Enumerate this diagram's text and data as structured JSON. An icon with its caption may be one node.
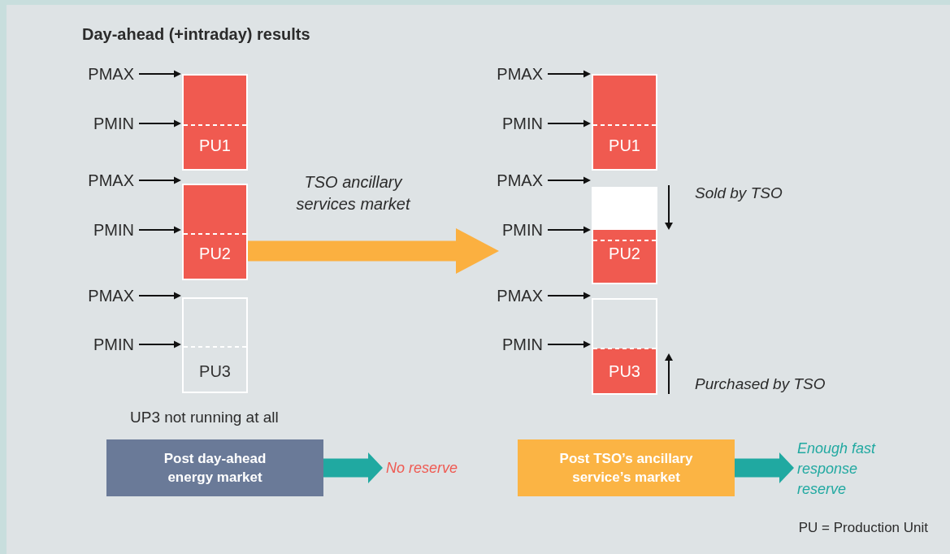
{
  "diagram": {
    "title": "Day-ahead (+intraday) results",
    "nodes": [
      {
        "text": [
          "PMAX"
        ]
      },
      {
        "text": [
          "PMIN"
        ]
      },
      {
        "text": [
          "PU1"
        ]
      },
      {
        "text": [
          "PMAX"
        ]
      },
      {
        "text": [
          "PMIN"
        ]
      },
      {
        "text": [
          "PU2"
        ]
      },
      {
        "text": [
          "PMAX"
        ]
      },
      {
        "text": [
          "PMIN"
        ]
      },
      {
        "text": [
          "PU3"
        ],
        "beside": [
          "UP3 not running at all"
        ]
      },
      {
        "text": [
          "PMAX"
        ]
      },
      {
        "text": [
          "PMIN"
        ]
      },
      {
        "text": [
          "PU1"
        ]
      },
      {
        "text": [
          "PMAX"
        ]
      },
      {
        "text": [
          "PMIN"
        ]
      },
      {
        "text": [
          "PU2"
        ],
        "beside": [
          "Sold by TSO"
        ]
      },
      {
        "text": [
          "PMAX"
        ]
      },
      {
        "text": [
          "PMIN"
        ]
      },
      {
        "text": [
          "PU3"
        ],
        "beside": [
          "Purchased by TSO"
        ]
      },
      {
        "text": [
          "Post day-ahead energy market"
        ]
      },
      {
        "text": [
          "No reserve"
        ]
      },
      {
        "text": [
          "Post TSO’s ancillary service’s market"
        ]
      },
      {
        "text": [
          "Enough fast response reserve"
        ]
      }
    ],
    "edges": [
      {
        "from": 0,
        "to": 2,
        "arrow": "to"
      },
      {
        "from": 1,
        "to": 2,
        "arrow": "to"
      },
      {
        "from": 3,
        "to": 5,
        "arrow": "to"
      },
      {
        "from": 4,
        "to": 5,
        "arrow": "to"
      },
      {
        "from": 6,
        "to": 8,
        "arrow": "to"
      },
      {
        "from": 7,
        "to": 8,
        "arrow": "to"
      },
      {
        "from": 9,
        "to": 11,
        "arrow": "to"
      },
      {
        "from": 10,
        "to": 11,
        "arrow": "to"
      },
      {
        "from": 12,
        "to": 14,
        "arrow": "to"
      },
      {
        "from": 13,
        "to": 14,
        "arrow": "to"
      },
      {
        "from": 15,
        "to": 17,
        "arrow": "to"
      },
      {
        "from": 16,
        "to": 17,
        "arrow": "to"
      },
      {
        "from": 5,
        "to": 13,
        "arrow": "to",
        "label": "TSO ancillary services market",
        "style": "thick",
        "color": "#fbb040"
      },
      {
        "from": 18,
        "to": 19,
        "arrow": "to",
        "style": "thick",
        "color": "#20a9a1"
      },
      {
        "from": 20,
        "to": 21,
        "arrow": "to",
        "style": "thick",
        "color": "#20a9a1"
      }
    ],
    "labels": [
      "PU = Production Unit"
    ]
  }
}
